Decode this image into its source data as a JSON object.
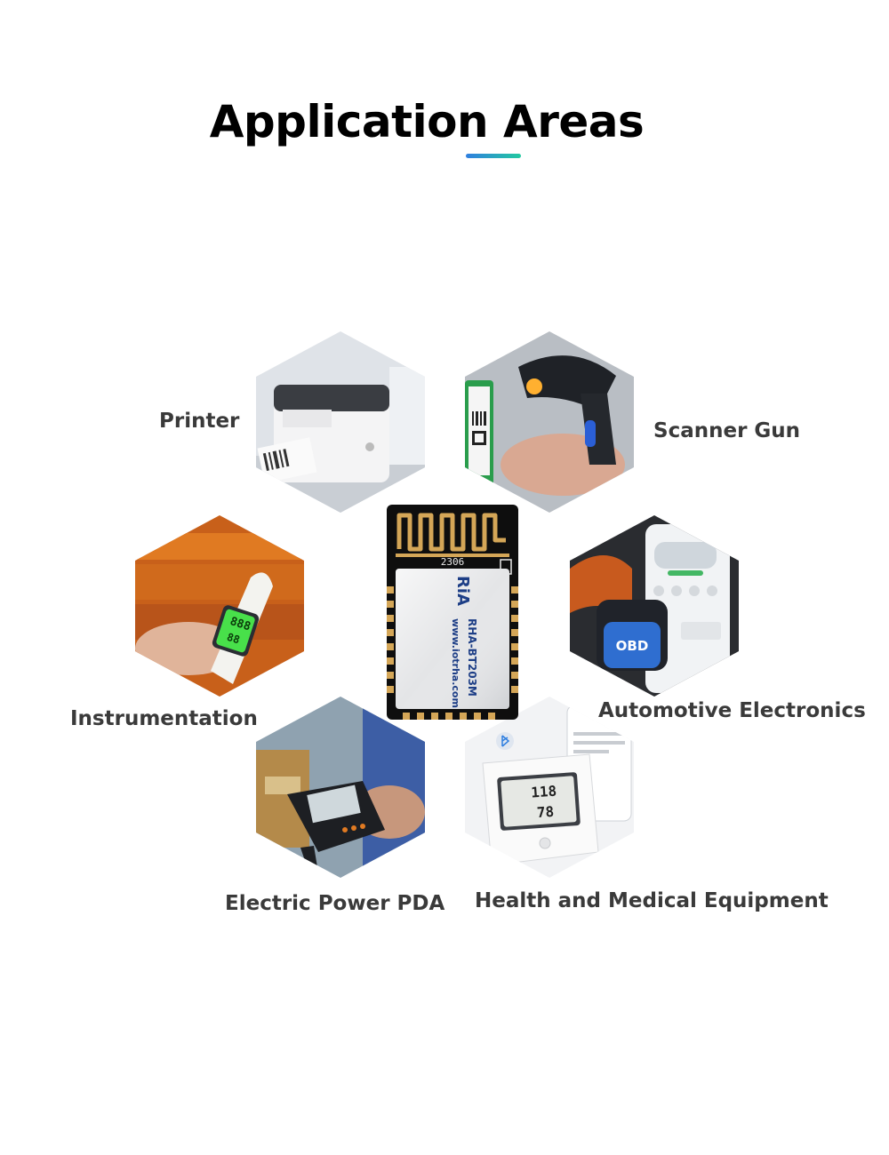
{
  "page": {
    "title": "Application Areas"
  },
  "module": {
    "brand": "RiA",
    "model": "RHA-BT203M",
    "website": "www.iotrha.com",
    "board_code": "2306"
  },
  "areas": [
    {
      "label": "Printer"
    },
    {
      "label": "Scanner Gun"
    },
    {
      "label": "Instrumentation"
    },
    {
      "label": "Automotive Electronics"
    },
    {
      "label": "Electric Power PDA"
    },
    {
      "label": "Health and Medical Equipment"
    }
  ],
  "images": {
    "obd_text": "OBD",
    "meter_reading_top": "888",
    "meter_reading_bottom": "88",
    "bp_reading_top": "118",
    "bp_reading_bottom": "78"
  },
  "colors": {
    "accent_start": "#2f7fe0",
    "accent_end": "#22c9a0",
    "label_text": "#3a3a3a",
    "pcb_black": "#0e0e0e",
    "gold": "#d4a657"
  }
}
